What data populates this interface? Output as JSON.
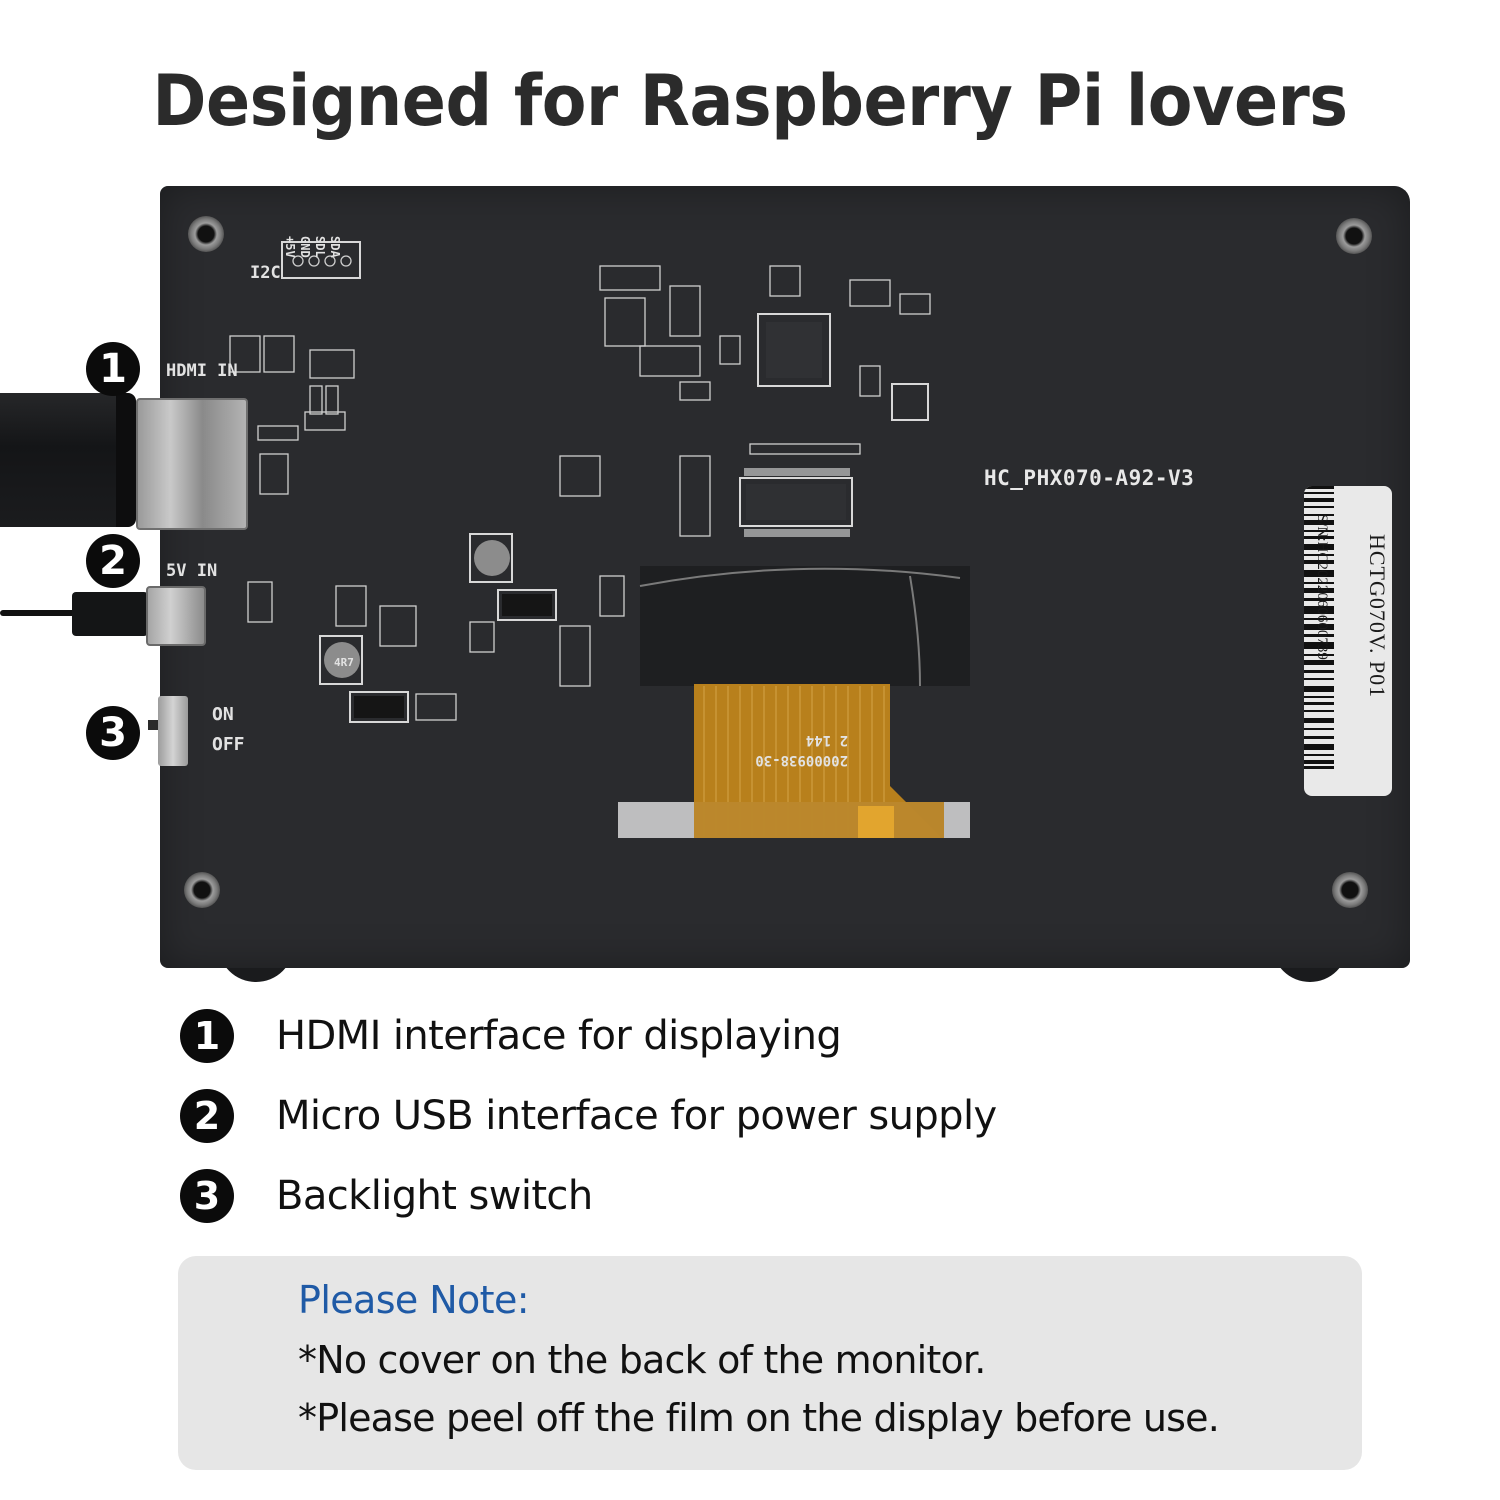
{
  "headline": "Designed for Raspberry Pi lovers",
  "product_board": {
    "pcb_model": "HC_PHX070-A92-V3",
    "label_sticker": {
      "model": "HCTG070V. P01",
      "serial": "S/N:HC2022060600739"
    },
    "silkscreen": {
      "i2c_label": "I2C",
      "i2c_pins": [
        "SDA",
        "SDL",
        "GND",
        "+5V"
      ],
      "hdmi_label": "HDMI IN",
      "power_label": "5V IN",
      "switch_on": "ON",
      "switch_off": "OFF",
      "inductor_marking": "4R7",
      "fpc_marking_line1": "2 144",
      "fpc_marking_line2": "20000938-30"
    },
    "callouts": [
      "1",
      "2",
      "3"
    ]
  },
  "features": [
    {
      "number": "1",
      "text": "HDMI interface for displaying"
    },
    {
      "number": "2",
      "text": "Micro USB interface for power supply"
    },
    {
      "number": "3",
      "text": "Backlight switch"
    }
  ],
  "note": {
    "title": "Please Note:",
    "lines": [
      "*No cover on the back of the monitor.",
      "*Please peel off the film on the display before use."
    ]
  },
  "colors": {
    "note_title": "#1f5aa6",
    "note_background": "#e6e6e6",
    "board": "#2a2b2e",
    "fpc": "#b8801c"
  }
}
